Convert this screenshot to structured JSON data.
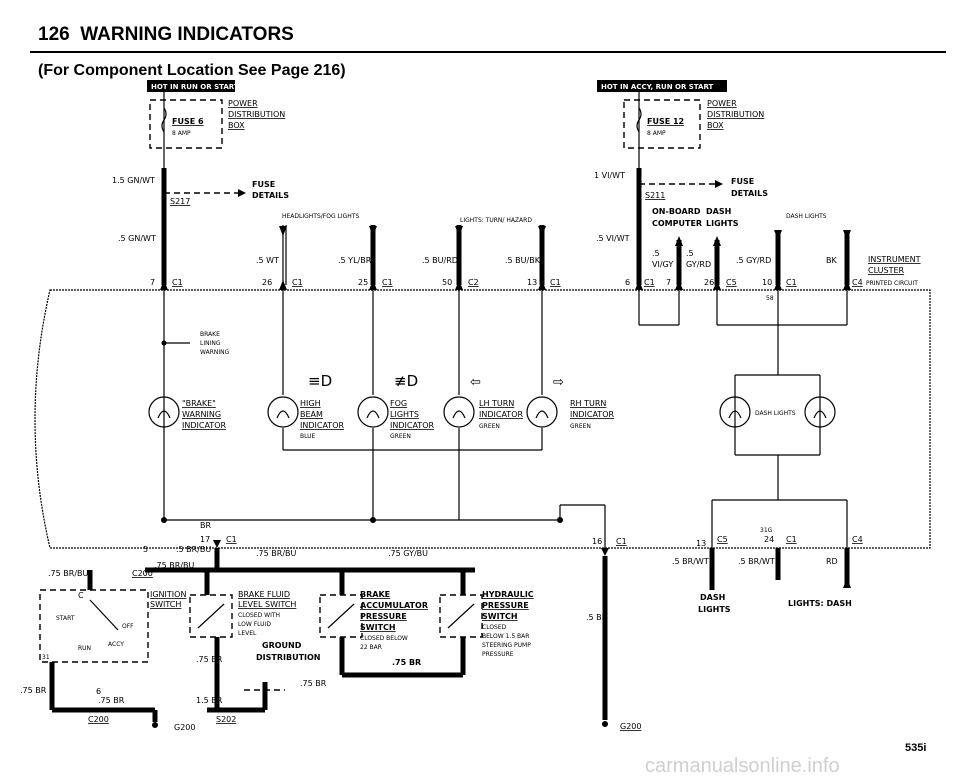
{
  "header": {
    "page_number": "126",
    "section": "WARNING INDICATORS",
    "subtitle": "(For Component Location See Page 216)",
    "footer_code": "535i",
    "watermark": "carmanualsonline.info"
  },
  "hot_labels": {
    "left": "HOT IN RUN OR START",
    "right": "HOT IN ACCY, RUN OR START"
  },
  "fuses": {
    "left": {
      "name": "FUSE 6",
      "amp": "8 AMP"
    },
    "right": {
      "name": "FUSE 12",
      "amp": "8 AMP"
    },
    "box_label": [
      "POWER",
      "DISTRIBUTION",
      "BOX"
    ]
  },
  "fuse_details": {
    "label1": "FUSE",
    "label2": "DETAILS",
    "left_splice": "S217",
    "right_splice": "S211"
  },
  "wires": {
    "w_15gnwt": "1.5 GN/WT",
    "w_5gnwt": ".5 GN/WT",
    "w_1viwt": "1 VI/WT",
    "w_5viwt": ".5 VI/WT",
    "w_5wt": ".5 WT",
    "w_5ylbr": ".5 YL/BR",
    "w_5burd": ".5 BU/RD",
    "w_5bubk": ".5 BU/BK",
    "w_5vigy": "VI/GY",
    "w_5gyrd": "GY/RD",
    "w_5gyrd2": ".5 GY/RD",
    "w_bk": "BK",
    "w_5a": ".5",
    "w_5b": ".5"
  },
  "group_labels": {
    "headlights": "HEADLIGHTS/FOG LIGHTS",
    "turn": "LIGHTS: TURN/ HAZARD",
    "onboard1": "ON-BOARD",
    "onboard2": "COMPUTER",
    "dash1": "DASH",
    "dash2": "LIGHTS",
    "dashlights": "DASH LIGHTS"
  },
  "connectors": {
    "c7": "7",
    "c26": "26",
    "c25": "25",
    "c50": "50",
    "c13": "13",
    "c6": "6",
    "c7b": "7",
    "c26b": "26",
    "c10": "10",
    "c1": "C1",
    "c2": "C2",
    "c5": "C5",
    "c4": "C4",
    "c58": "58",
    "ic1": "INSTRUMENT",
    "ic2": "CLUSTER",
    "pc": "PRINTED CIRCUIT"
  },
  "indicators": {
    "brake_lining": [
      "BRAKE",
      "LINING",
      "WARNING"
    ],
    "brake": [
      "\"BRAKE\"",
      "WARNING",
      "INDICATOR"
    ],
    "high_beam": [
      "HIGH",
      "BEAM",
      "INDICATOR",
      "BLUE"
    ],
    "fog": [
      "FOG",
      "LIGHTS",
      "INDICATOR",
      "GREEN"
    ],
    "lh_turn": [
      "LH TURN",
      "INDICATOR",
      "GREEN"
    ],
    "rh_turn": [
      "RH TURN",
      "INDICATOR",
      "GREEN"
    ],
    "dash_lights": "DASH LIGHTS"
  },
  "lower": {
    "br": "BR",
    "c17": "17",
    "c5pin": "5",
    "w5brbu": ".5 BR/BU",
    "w75brbu": ".75 BR/BU",
    "c200": "C200",
    "w75brbu_l": ".75 BR/BU",
    "w75brbu_c": ".75 BR/BU",
    "w75gybu": ".75 GY/BU",
    "ign1": "IGNITION",
    "ign2": "SWITCH",
    "ign_c": "C",
    "start": "START",
    "off": "OFF",
    "accy": "ACCY",
    "run": "RUN",
    "pin31": "31",
    "bfl": [
      "BRAKE FLUID",
      "LEVEL SWITCH",
      "CLOSED WITH",
      "LOW FLUID",
      "LEVEL"
    ],
    "bap": [
      "BRAKE",
      "ACCUMULATOR",
      "PRESSURE",
      "SWITCH",
      "CLOSED BELOW",
      "22 BAR"
    ],
    "hyd": [
      "HYDRAULIC",
      "PRESSURE",
      "SWITCH",
      "CLOSED",
      "BELOW 1.5 BAR",
      "STEERING PUMP",
      "PRESSURE"
    ],
    "ground_dist": [
      "GROUND",
      "DISTRIBUTION"
    ],
    "w75br1": ".75 BR",
    "w75br2": ".75 BR",
    "w75br3": ".75 BR",
    "w75br4": ".75 BR",
    "w75br5": ".75 BR",
    "w15br": "1.5 BR",
    "c6pin": "6",
    "c200b": "C200",
    "s202": "S202",
    "g200a": "G200",
    "c16": "16",
    "c13b": "13",
    "c24": "24",
    "c31g": "31G",
    "w5br": ".5 BR",
    "g200b": "G200",
    "w5brwt": ".5 BR/WT",
    "w5brwt2": ".5 BR/WT",
    "rd": "RD",
    "dash_lights_bulb": [
      "DASH",
      "LIGHTS"
    ],
    "lights_dash": "LIGHTS: DASH"
  }
}
